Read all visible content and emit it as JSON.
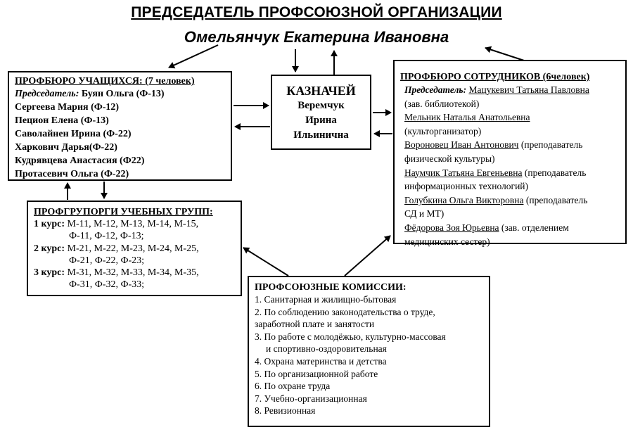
{
  "header": {
    "title": "ПРЕДСЕДАТЕЛЬ ПРОФСОЮЗНОЙ ОРГАНИЗАЦИИ",
    "chairperson": "Омельянчук Екатерина Ивановна"
  },
  "students_bureau": {
    "heading": "ПРОФБЮРО УЧАЩИХСЯ: (7 человек)",
    "chair_label": "Председатель:",
    "chair_name": " Буян Ольга  (Ф-13)",
    "members": [
      "Сергеева Мария (Ф-12)",
      "Пецион Елена (Ф-13)",
      "Саволайнен Ирина (Ф-22)",
      "Харкович Дарья(Ф-22)",
      "Кудрявцева Анастасия (Ф22)",
      "Протасевич Ольга (Ф-22)"
    ]
  },
  "treasurer": {
    "heading": "КАЗНАЧЕЙ",
    "name_lines": [
      "Веремчук",
      "Ирина",
      "Ильинична"
    ]
  },
  "staff_bureau": {
    "heading": "ПРОФБЮРО СОТРУДНИКОВ (6человек)",
    "chair_label": "Председатель:",
    "chair_name": "Мацукевич Татьяна Павловна",
    "chair_role": "(зав. библиотекой)",
    "members": [
      {
        "name": "Мельник Наталья Анатольевна",
        "role": "(культорганизатор)"
      },
      {
        "name": "Вороновец Иван Антонович",
        "role_1": " (преподаватель",
        "role_2": "физической культуры)"
      },
      {
        "name": "Наумчик Татьяна Евгеньевна",
        "role_1": " (преподаватель",
        "role_2": "информационных технологий)"
      },
      {
        "name": "Голубкина Ольга Викторовна",
        "role_1": " (преподаватель",
        "role_2": "СД и МТ)"
      },
      {
        "name": "Фёдорова Зоя Юрьевна",
        "role_1": " (зав. отделением",
        "role_2": "медицинских сестер)"
      }
    ]
  },
  "group_organizers": {
    "heading": "ПРОФГРУПОРГИ УЧЕБНЫХ ГРУПП:",
    "courses": [
      {
        "label": "1 курс:",
        "line1": " М-11, М-12, М-13, М-14, М-15,",
        "line2": "Ф-11, Ф-12, Ф-13;"
      },
      {
        "label": "2 курс:",
        "line1": " М-21, М-22, М-23, М-24, М-25,",
        "line2": "Ф-21, Ф-22, Ф-23;"
      },
      {
        "label": "3 курс:",
        "line1": " М-31, М-32, М-33, М-34, М-35,",
        "line2": "Ф-31, Ф-32, Ф-33;"
      }
    ]
  },
  "commissions": {
    "heading": "ПРОФСОЮЗНЫЕ КОМИССИИ:",
    "items": [
      "1.  Санитарная и жилищно-бытовая",
      "2.  По соблюдению законодательства о труде,",
      "заработной плате и занятости",
      "3.  По работе с молодёжью, культурно-массовая",
      "и спортивно-оздоровительная",
      "4.  Охрана материнства и детства",
      "5.  По организационной работе",
      "6.  По охране труда",
      "7.  Учебно-организационная",
      "8.  Ревизионная"
    ]
  }
}
